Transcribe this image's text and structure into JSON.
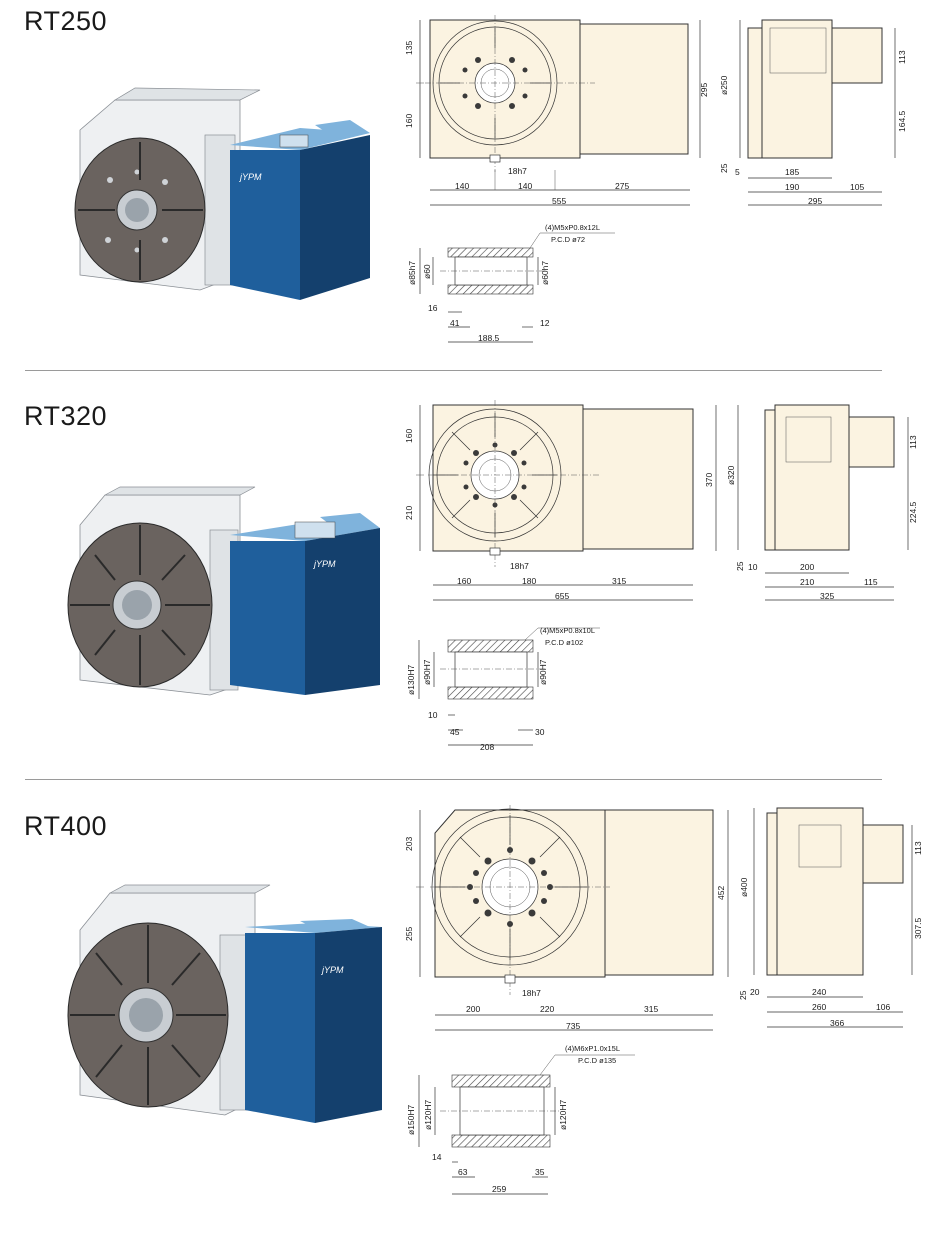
{
  "models": [
    {
      "id": "rt250",
      "title": "RT250",
      "brand_logo": "jYPM",
      "front_view": {
        "dims": [
          "135",
          "160",
          "295",
          "18h7",
          "140",
          "140",
          "275",
          "555"
        ]
      },
      "side_view": {
        "dims": [
          "113",
          "ø250",
          "164.5",
          "25",
          "5",
          "185",
          "190",
          "105",
          "295"
        ]
      },
      "bore_section": {
        "note1": "(4)M5xP0.8x12L",
        "note2": "P.C.D ø72",
        "dims": [
          "ø85h7",
          "ø60",
          "ø60h7",
          "16",
          "41",
          "12",
          "188.5"
        ]
      }
    },
    {
      "id": "rt320",
      "title": "RT320",
      "brand_logo": "jYPM",
      "front_view": {
        "dims": [
          "160",
          "210",
          "370",
          "18h7",
          "160",
          "180",
          "315",
          "655"
        ]
      },
      "side_view": {
        "dims": [
          "113",
          "ø320",
          "224.5",
          "25",
          "10",
          "200",
          "210",
          "115",
          "325"
        ]
      },
      "bore_section": {
        "note1": "(4)M5xP0.8x10L",
        "note2": "P.C.D ø102",
        "dims": [
          "ø130H7",
          "ø90H7",
          "ø90H7",
          "10",
          "45",
          "30",
          "208"
        ]
      }
    },
    {
      "id": "rt400",
      "title": "RT400",
      "brand_logo": "jYPM",
      "front_view": {
        "dims": [
          "203",
          "255",
          "452",
          "18h7",
          "200",
          "220",
          "315",
          "735"
        ]
      },
      "side_view": {
        "dims": [
          "113",
          "ø400",
          "307.5",
          "25",
          "20",
          "240",
          "260",
          "106",
          "366"
        ]
      },
      "bore_section": {
        "note1": "(4)M6xP1.0x15L",
        "note2": "P.C.D ø135",
        "dims": [
          "ø150H7",
          "ø120H7",
          "ø120H7",
          "14",
          "63",
          "35",
          "259"
        ]
      }
    }
  ]
}
